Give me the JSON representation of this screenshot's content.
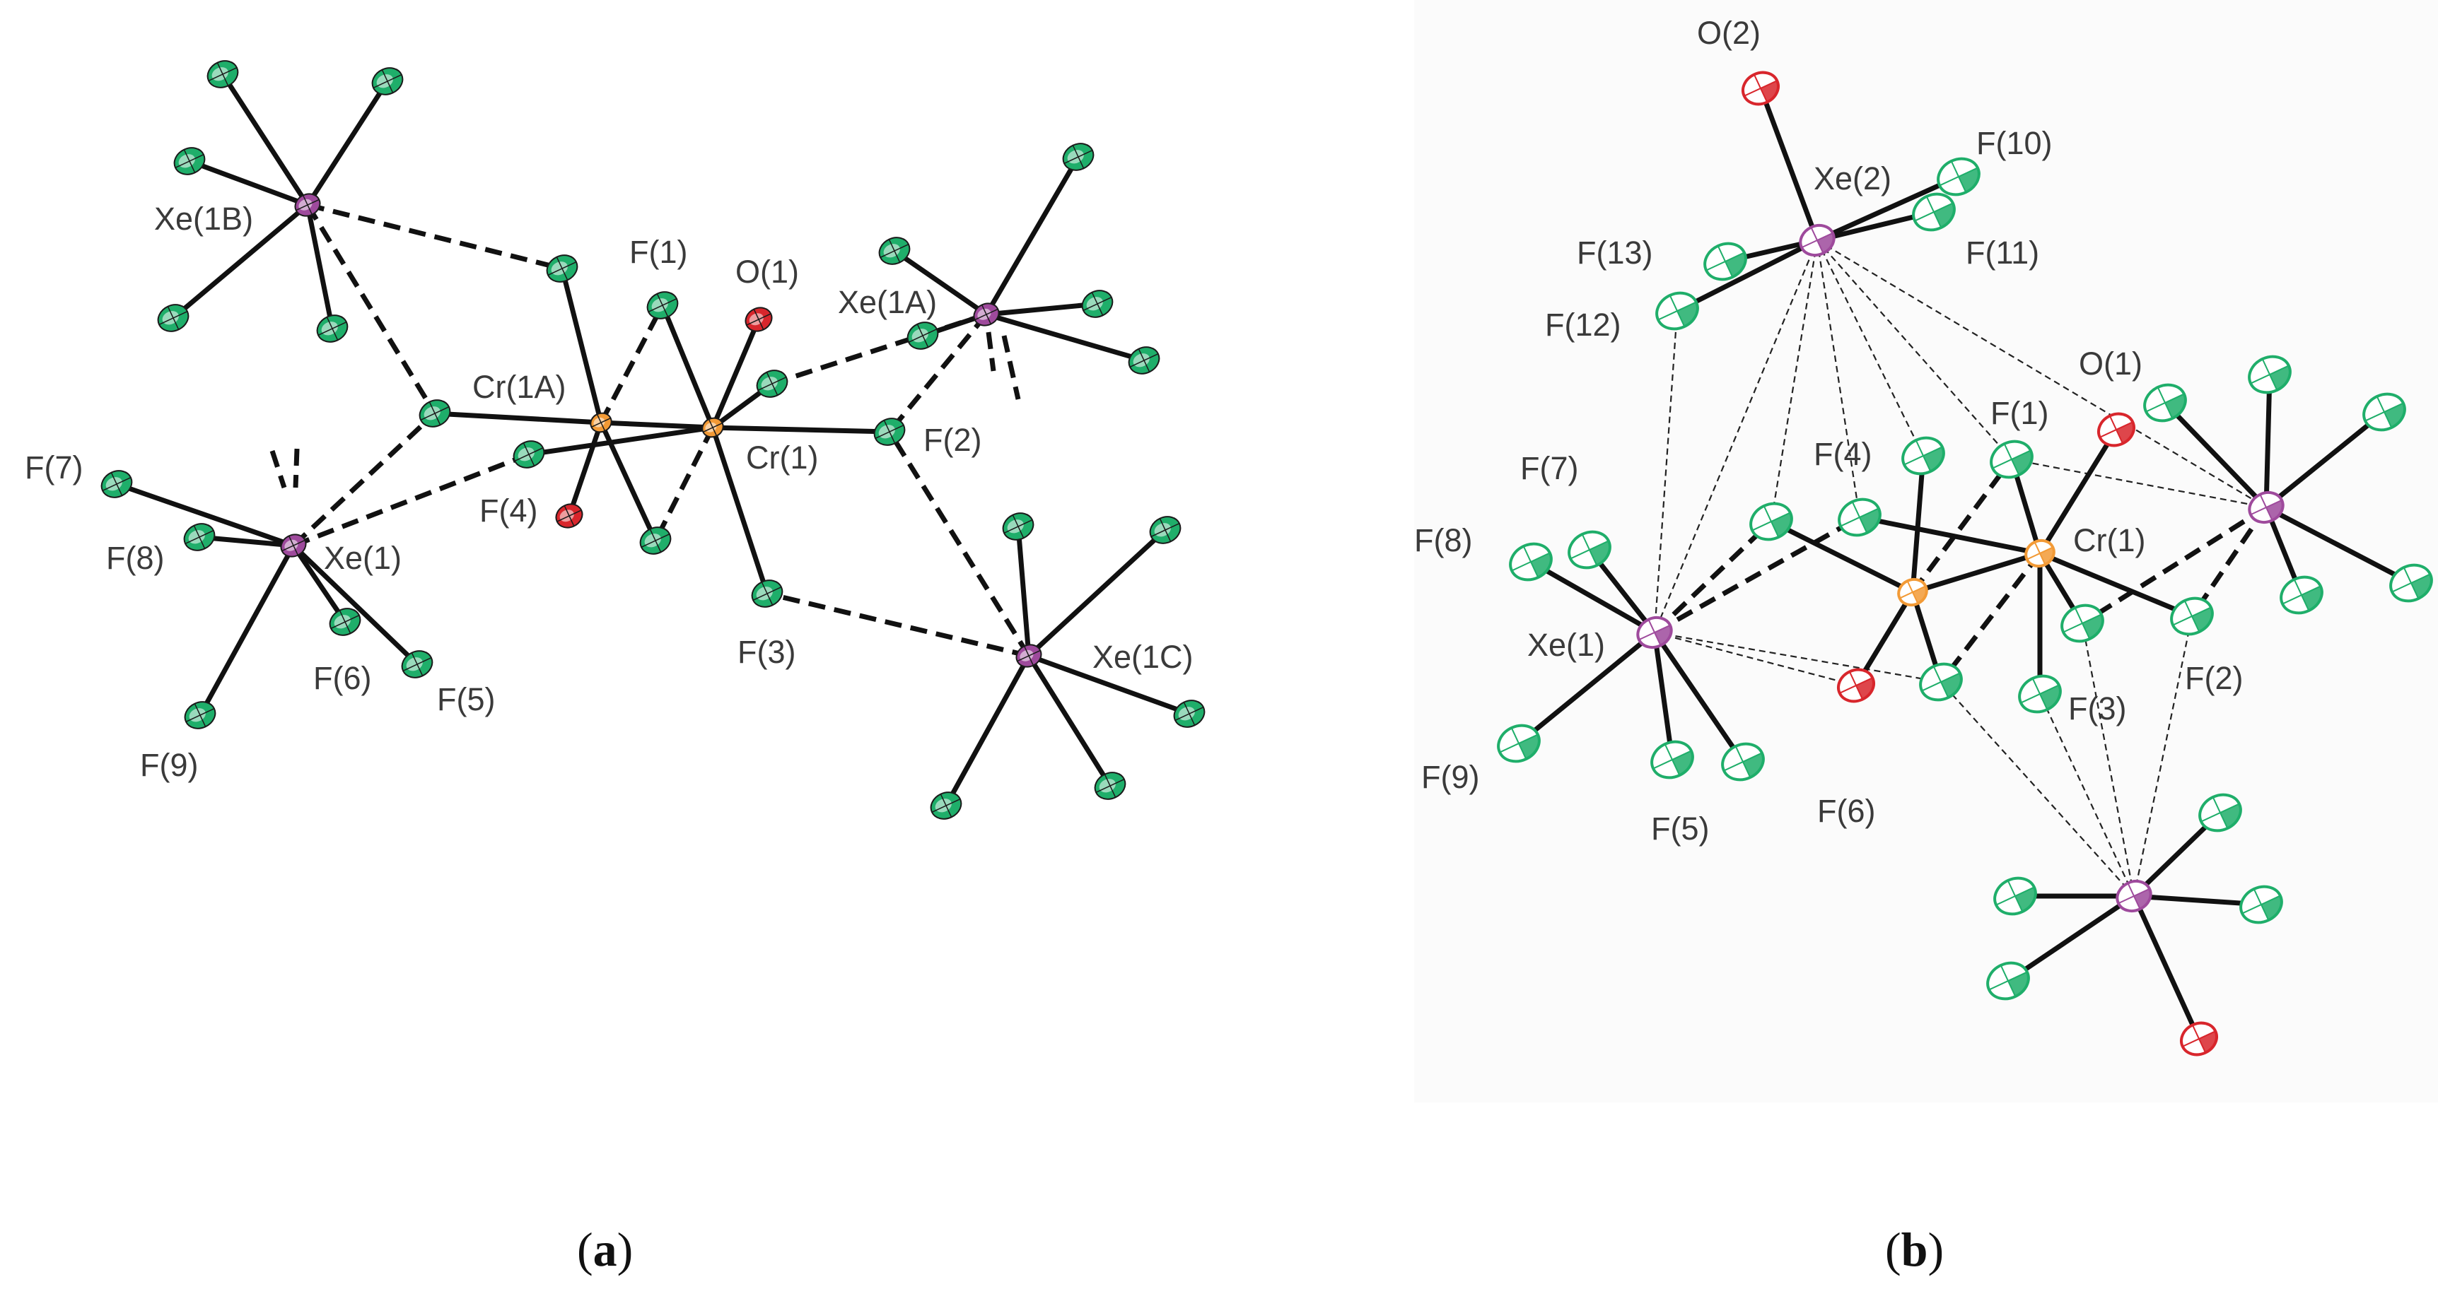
{
  "colors": {
    "fluorine": "#1fae6a",
    "xenon": "#9e4a9c",
    "chromium": "#f29a36",
    "oxygen": "#d8262c"
  },
  "panel_a": {
    "labels": {
      "xe1b": "Xe(1B)",
      "f1": "F(1)",
      "o1": "O(1)",
      "xe1a": "Xe(1A)",
      "cr1a": "Cr(1A)",
      "cr1": "Cr(1)",
      "f2": "F(2)",
      "f7": "F(7)",
      "f8": "F(8)",
      "xe1": "Xe(1)",
      "f4": "F(4)",
      "f6": "F(6)",
      "f5": "F(5)",
      "f9": "F(9)",
      "f3": "F(3)",
      "xe1c": "Xe(1C)"
    },
    "caption": {
      "open": "(",
      "letter": "a",
      "close": ")"
    }
  },
  "panel_b": {
    "labels": {
      "o2": "O(2)",
      "f10": "F(10)",
      "xe2": "Xe(2)",
      "f13": "F(13)",
      "f11": "F(11)",
      "f12": "F(12)",
      "o1": "O(1)",
      "f1": "F(1)",
      "f4": "F(4)",
      "f7": "F(7)",
      "f8": "F(8)",
      "cr1": "Cr(1)",
      "xe1": "Xe(1)",
      "f2": "F(2)",
      "f3": "F(3)",
      "f9": "F(9)",
      "f5": "F(5)",
      "f6": "F(6)"
    },
    "caption": {
      "open": "(",
      "letter": "b",
      "close": ")"
    }
  }
}
